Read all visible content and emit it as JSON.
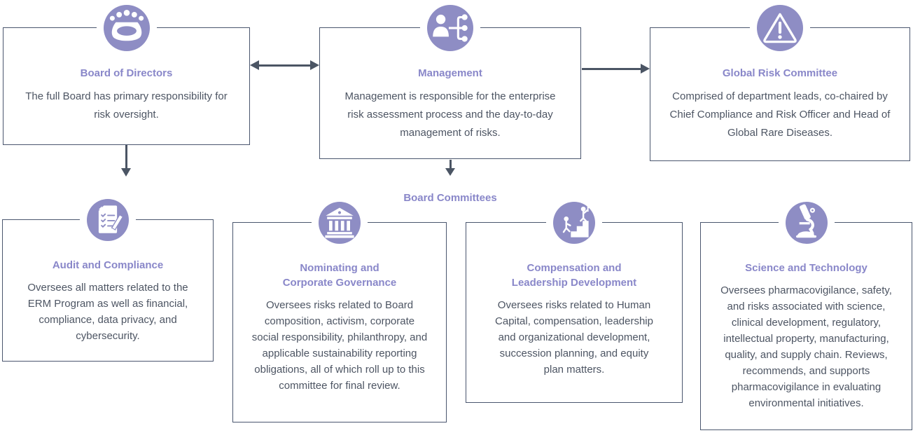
{
  "diagram": {
    "board_committees_label": "Board Committees",
    "colors": {
      "icon_background": "#8e8dc4",
      "title_text": "#8987c9",
      "body_text": "#4d5563",
      "box_border": "#4a566e",
      "arrow": "#4b5564"
    },
    "top_row": [
      {
        "icon": "board-meeting-icon",
        "title": "Board of Directors",
        "description": "The full Board has primary responsibility for risk oversight."
      },
      {
        "icon": "org-chart-person-icon",
        "title": "Management",
        "description": "Management is responsible for the enterprise risk assessment process and the day-to-day management of risks."
      },
      {
        "icon": "warning-triangle-icon",
        "title": "Global Risk Committee",
        "description": "Comprised of department leads, co-chaired by Chief Compliance and Risk Officer and Head of Global Rare Diseases."
      }
    ],
    "committees": [
      {
        "icon": "checklist-pencil-icon",
        "title": "Audit and Compliance",
        "description": "Oversees all matters related to the ERM Program as well as financial, compliance, data privacy, and cybersecurity."
      },
      {
        "icon": "bank-building-icon",
        "title": "Nominating and Corporate Governance",
        "description": "Oversees risks related to Board composition, activism, corporate social responsibility, philanthropy, and applicable sustainability reporting obligations, all of which roll up to this committee for final review."
      },
      {
        "icon": "career-stairs-icon",
        "title": "Compensation and Leadership Development",
        "description": "Oversees risks related to Human Capital, compensation, leadership and organizational development, succession planning, and equity plan matters."
      },
      {
        "icon": "microscope-icon",
        "title": "Science and Technology",
        "description": "Oversees pharmacovigilance, safety, and risks associated with science, clinical development, regulatory, intellectual property, manufacturing, quality, and supply chain. Reviews, recommends, and supports pharmacovigilance in evaluating environmental initiatives."
      }
    ]
  }
}
